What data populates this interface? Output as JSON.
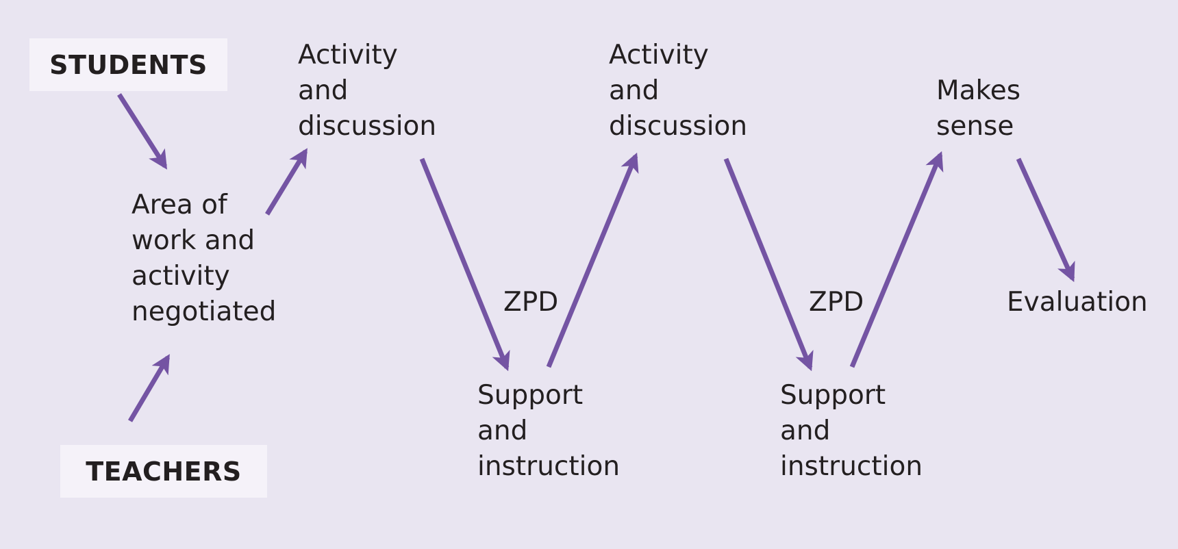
{
  "colors": {
    "background": "#e9e5f1",
    "label_box": "#f5f2f9",
    "arrow": "#7454a3",
    "text": "#231f20"
  },
  "labels": {
    "students": "STUDENTS",
    "teachers": "TEACHERS"
  },
  "nodes": {
    "area": "Area of\nwork and\nactivity\nnegotiated",
    "activity_1": "Activity\nand\ndiscussion",
    "activity_2": "Activity\nand\ndiscussion",
    "makes_sense": "Makes\nsense",
    "support_1": "Support\nand\ninstruction",
    "support_2": "Support\nand\ninstruction",
    "evaluation": "Evaluation",
    "zpd_1": "ZPD",
    "zpd_2": "ZPD"
  }
}
